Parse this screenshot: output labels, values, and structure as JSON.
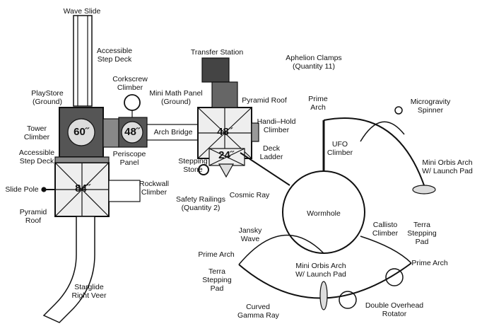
{
  "labels": {
    "wave_slide": "Wave Slide",
    "accessible_step_deck_top": [
      "Accessible",
      "Step Deck"
    ],
    "corkscrew_climber": [
      "Corkscrew",
      "Climber"
    ],
    "mini_math_panel": [
      "Mini Math Panel",
      "(Ground)"
    ],
    "playstore": [
      "PlayStore",
      "(Ground)"
    ],
    "tower_climber": [
      "Tower",
      "Climber"
    ],
    "accessible_step_deck_bottom": [
      "Accessible",
      "Step Deck"
    ],
    "periscope_panel": [
      "Periscope",
      "Panel"
    ],
    "arch_bridge": "Arch Bridge",
    "transfer_station": "Transfer Station",
    "aphelion_clamps": [
      "Aphelion Clamps",
      "(Quantity 11)"
    ],
    "pyramid_roof_top": "Pyramid Roof",
    "prime_arch_top": [
      "Prime",
      "Arch"
    ],
    "microgravity_spinner": [
      "Microgravity",
      "Spinner"
    ],
    "handi_hold_climber": [
      "Handi–Hold",
      "Climber"
    ],
    "deck_ladder": [
      "Deck",
      "Ladder"
    ],
    "ufo_climber": [
      "UFO",
      "Climber"
    ],
    "stepping_stone": [
      "Stepping",
      "Stone"
    ],
    "mini_orbis_arch_right": [
      "Mini Orbis Arch",
      "W/ Launch Pad"
    ],
    "slide_pole": "Slide Pole",
    "rockwall_climber": [
      "Rockwall",
      "Climber"
    ],
    "safety_railings": [
      "Safety Railings",
      "(Quantity 2)"
    ],
    "cosmic_ray": "Cosmic Ray",
    "pyramid_roof_left": [
      "Pyramid",
      "Roof"
    ],
    "wormhole": "Wormhole",
    "callisto_climber": [
      "Callisto",
      "Climber"
    ],
    "terra_stepping_pad_right": [
      "Terra",
      "Stepping",
      "Pad"
    ],
    "jansky_wave": [
      "Jansky",
      "Wave"
    ],
    "prime_arch_left": "Prime Arch",
    "prime_arch_right": "Prime Arch",
    "terra_stepping_pad_left": [
      "Terra",
      "Stepping",
      "Pad"
    ],
    "mini_orbis_arch_bottom": [
      "Mini Orbis Arch",
      "W/ Launch Pad"
    ],
    "starglide_right_veer": [
      "Starglide",
      "Right Veer"
    ],
    "curved_gamma_ray": [
      "Curved",
      "Gamma Ray"
    ],
    "double_overhead_rotator": [
      "Double Overhead",
      "Rotator"
    ]
  },
  "deck_heights": {
    "deck_60": "60˝",
    "deck_48_small": "48˝",
    "deck_48_large": "48˝",
    "deck_24": "24˝",
    "deck_84": "84˝"
  }
}
